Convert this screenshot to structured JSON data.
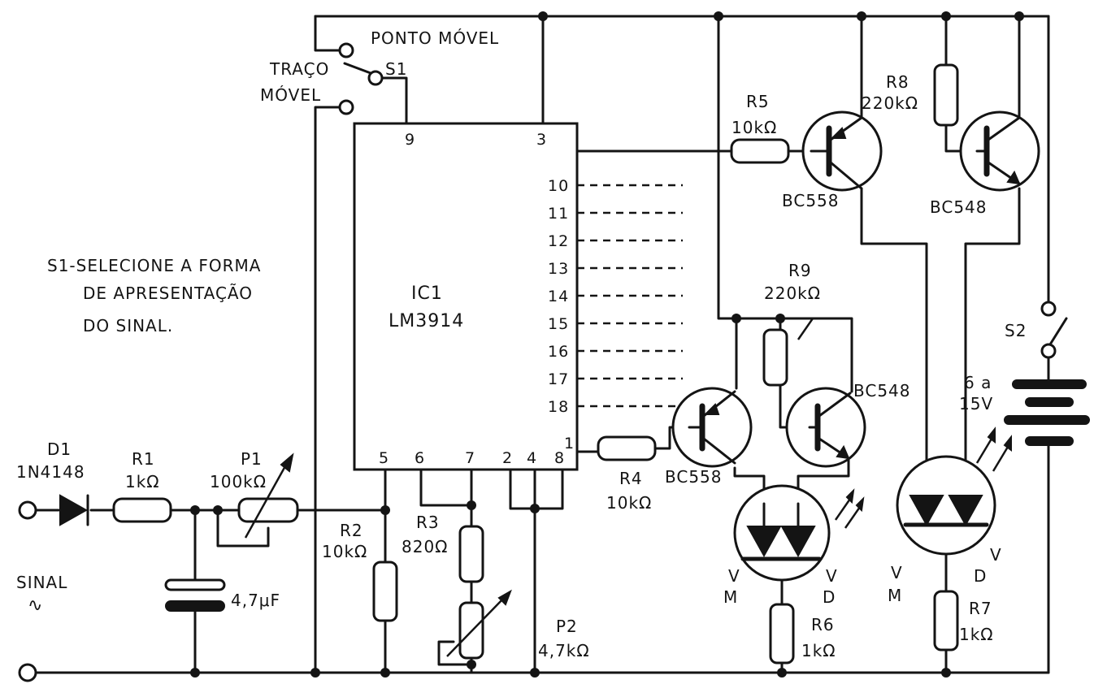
{
  "labels": {
    "s1_mode_dot": "PONTO MÓVEL",
    "s1_mode_bar_1": "TRAÇO",
    "s1_mode_bar_2": "MÓVEL",
    "s1": "S1",
    "note_1": "S1-SELECIONE A FORMA",
    "note_2": "DE APRESENTAÇÃO",
    "note_3": "DO SINAL.",
    "ic_ref": "IC1",
    "ic_part": "LM3914",
    "d1_ref": "D1",
    "d1_part": "1N4148",
    "r1_ref": "R1",
    "r1_val": "1kΩ",
    "p1_ref": "P1",
    "p1_val": "100kΩ",
    "input_label": "SINAL",
    "input_symbol": "∿",
    "cap_val": "4,7μF",
    "r2_ref": "R2",
    "r2_val": "10kΩ",
    "r3_ref": "R3",
    "r3_val": "820Ω",
    "p2_ref": "P2",
    "p2_val": "4,7kΩ",
    "r4_ref": "R4",
    "r4_val": "10kΩ",
    "r5_ref": "R5",
    "r5_val": "10kΩ",
    "r6_ref": "R6",
    "r6_val": "1kΩ",
    "r7_ref": "R7",
    "r7_val": "1kΩ",
    "r8_ref": "R8",
    "r8_val": "220kΩ",
    "r9_ref": "R9",
    "r9_val": "220kΩ",
    "q_top_pnp": "BC558",
    "q_top_npn": "BC548",
    "q_bot_pnp": "BC558",
    "q_bot_npn": "BC548",
    "led_v": "V",
    "led_m": "M",
    "led_d": "D",
    "s2": "S2",
    "supply_1": "6 a",
    "supply_2": "15V"
  },
  "ic_pins": {
    "top_left": "9",
    "top_right": "3",
    "right": [
      "10",
      "11",
      "12",
      "13",
      "14",
      "15",
      "16",
      "17",
      "18"
    ],
    "right_last": "1",
    "bottom": [
      "5",
      "6",
      "7",
      "2",
      "4",
      "8"
    ]
  }
}
